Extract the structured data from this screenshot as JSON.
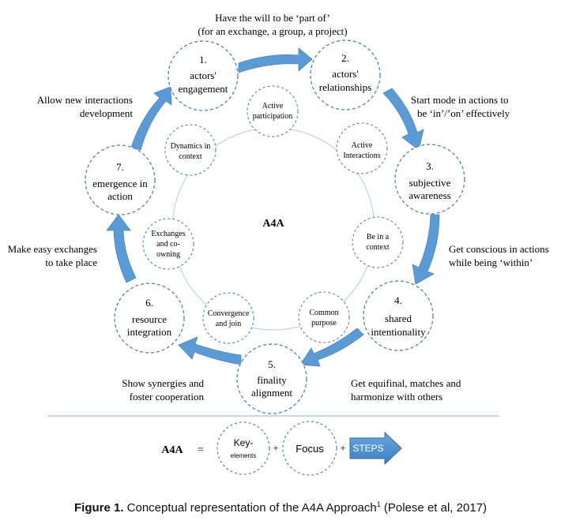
{
  "center_label": "A4A",
  "steps": [
    {
      "number": "1.",
      "lines": [
        "actors'",
        "engagement"
      ]
    },
    {
      "number": "2.",
      "lines": [
        "actors'",
        "relationships"
      ]
    },
    {
      "number": "3.",
      "lines": [
        "subjective",
        "awareness"
      ]
    },
    {
      "number": "4.",
      "lines": [
        "shared",
        "intentionality"
      ]
    },
    {
      "number": "5.",
      "lines": [
        "finality",
        "alignment"
      ]
    },
    {
      "number": "6.",
      "lines": [
        "resource",
        "integration"
      ]
    },
    {
      "number": "7.",
      "lines": [
        "emergence in",
        "action"
      ]
    }
  ],
  "inner_nodes": [
    {
      "lines": [
        "Active",
        "participation"
      ]
    },
    {
      "lines": [
        "Active",
        "Interactions"
      ]
    },
    {
      "lines": [
        "Be in a",
        "context"
      ]
    },
    {
      "lines": [
        "Common",
        "purpose"
      ]
    },
    {
      "lines": [
        "Convergence",
        "and join"
      ]
    },
    {
      "lines": [
        "Exchanges",
        "and co-",
        "owning"
      ]
    },
    {
      "lines": [
        "Dynamics in",
        "context"
      ]
    }
  ],
  "transitions": [
    {
      "lines": [
        "Have the will to be ‘part of’",
        "(for an exchange, a group, a project)"
      ]
    },
    {
      "lines": [
        "Start mode in actions to",
        "be ‘in’/’on’ effectively"
      ]
    },
    {
      "lines": [
        "Get conscious  in actions",
        "while being ‘within’"
      ]
    },
    {
      "lines": [
        "Get equifinal, matches and",
        "harmonize with others"
      ]
    },
    {
      "lines": [
        "Show synergies and",
        "foster cooperation"
      ]
    },
    {
      "lines": [
        "Make easy exchanges",
        "to take place"
      ]
    },
    {
      "lines": [
        "Allow new interactions",
        "development"
      ]
    }
  ],
  "formula": {
    "label": "A4A",
    "equals": "=",
    "key_elements": [
      "Key-",
      "elements"
    ],
    "plus1": "+",
    "focus": "Focus",
    "plus2": "+",
    "steps": "STEPS"
  },
  "caption": {
    "figure": "Figure 1.",
    "text": " Conceptual representation of the A4A Approach",
    "sup": "1",
    "tail": " (Polese et al, 2017)"
  },
  "colors": {
    "arrow": "#5b9bd5",
    "arrow_dark": "#3f7fbf",
    "dashed": "#4f81bd",
    "ring": "#b8cde6",
    "rule": "#a6bedc"
  }
}
